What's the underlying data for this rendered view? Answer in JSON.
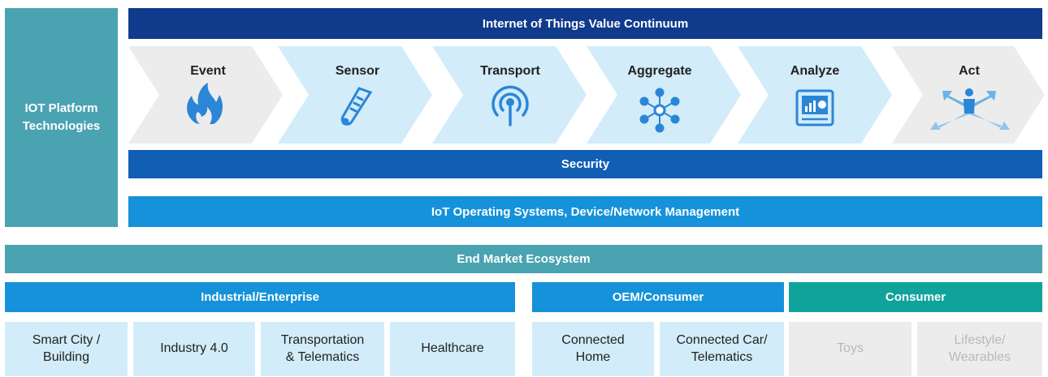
{
  "platform": {
    "line1": "IOT Platform",
    "line2": "Technologies"
  },
  "continuum": {
    "title": "Internet of Things Value Continuum"
  },
  "steps": [
    {
      "label": "Event",
      "icon": "flame-icon",
      "tone": "grey"
    },
    {
      "label": "Sensor",
      "icon": "thermometer-icon",
      "tone": "blue"
    },
    {
      "label": "Transport",
      "icon": "antenna-icon",
      "tone": "blue"
    },
    {
      "label": "Aggregate",
      "icon": "network-hub-icon",
      "tone": "blue"
    },
    {
      "label": "Analyze",
      "icon": "dashboard-icon",
      "tone": "blue"
    },
    {
      "label": "Act",
      "icon": "person-arrows-icon",
      "tone": "grey"
    }
  ],
  "security": {
    "label": "Security"
  },
  "os": {
    "label": "IoT Operating Systems, Device/Network Management"
  },
  "ecosystem": {
    "label": "End Market Ecosystem"
  },
  "segments": {
    "industrial": "Industrial/Enterprise",
    "oem": "OEM/Consumer",
    "consumer": "Consumer"
  },
  "markets": [
    {
      "line1": "Smart City /",
      "line2": "Building",
      "dim": false
    },
    {
      "line1": "Industry 4.0",
      "line2": "",
      "dim": false
    },
    {
      "line1": "Transportation",
      "line2": "& Telematics",
      "dim": false
    },
    {
      "line1": "Healthcare",
      "line2": "",
      "dim": false
    },
    {
      "line1": "Connected",
      "line2": "Home",
      "dim": false
    },
    {
      "line1": "Connected Car/",
      "line2": "Telematics",
      "dim": false
    },
    {
      "line1": "Toys",
      "line2": "",
      "dim": true
    },
    {
      "line1": "Lifestyle/",
      "line2": "Wearables",
      "dim": true
    }
  ],
  "colors": {
    "teal": "#4aa3b1",
    "navy": "#103a8c",
    "security_blue": "#105fb5",
    "bright_blue": "#1592d9",
    "consumer_teal": "#10a39c",
    "light_blue": "#d2ecfa",
    "light_grey": "#ececec",
    "icon_blue": "#2b86d6"
  }
}
